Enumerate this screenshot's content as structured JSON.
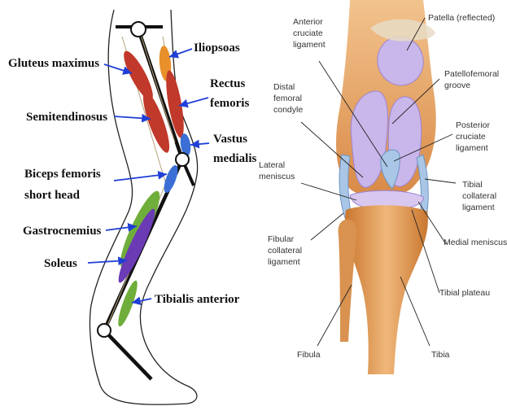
{
  "left_panel": {
    "labels": {
      "gluteus_maximus": "Gluteus maximus",
      "iliopsoas": "Iliopsoas",
      "rectus_femoris_1": "Rectus",
      "rectus_femoris_2": "femoris",
      "semitendinosus": "Semitendinosus",
      "vastus_medialis_1": "Vastus",
      "vastus_medialis_2": "medialis",
      "biceps_femoris_1": "Biceps femoris",
      "biceps_femoris_2": "short head",
      "gastrocnemius": "Gastrocnemius",
      "soleus": "Soleus",
      "tibialis_anterior": "Tibialis anterior"
    },
    "colors": {
      "gluteus": "#c0392b",
      "iliopsoas": "#e8902a",
      "rectus": "#c0392b",
      "semitendinosus": "#c0392b",
      "vastus": "#3b6fd6",
      "biceps": "#3b6fd6",
      "gastrocnemius": "#6fae3a",
      "soleus": "#6a3bb5",
      "tibialis": "#6fae3a",
      "arrow": "#1f3fd6"
    }
  },
  "right_panel": {
    "labels": {
      "patella": "Patella (reflected)",
      "acl_1": "Anterior",
      "acl_2": "cruciate",
      "acl_3": "ligament",
      "patellofemoral_1": "Patellofemoral",
      "patellofemoral_2": "groove",
      "distal_condyle_1": "Distal",
      "distal_condyle_2": "femoral",
      "distal_condyle_3": "condyle",
      "pcl_1": "Posterior",
      "pcl_2": "cruciate",
      "pcl_3": "ligament",
      "lateral_meniscus_1": "Lateral",
      "lateral_meniscus_2": "meniscus",
      "tibial_collateral_1": "Tibial",
      "tibial_collateral_2": "collateral",
      "tibial_collateral_3": "ligament",
      "fibular_collateral_1": "Fibular",
      "fibular_collateral_2": "collateral",
      "fibular_collateral_3": "ligament",
      "medial_meniscus": "Medial meniscus",
      "tibial_plateau": "Tibial plateau",
      "fibula": "Fibula",
      "tibia": "Tibia"
    },
    "colors": {
      "bone": "#e9a866",
      "cartilage": "#c9b6ea",
      "ligament": "#a9c6e6"
    }
  }
}
